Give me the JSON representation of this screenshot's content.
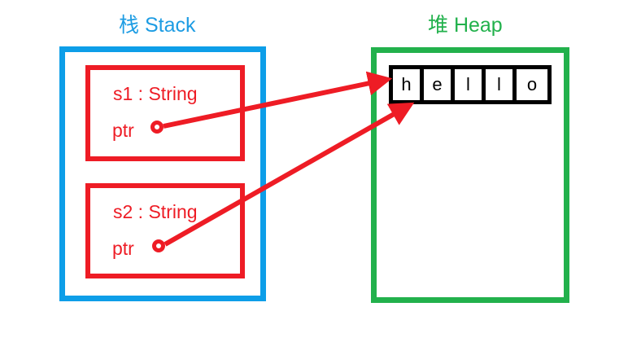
{
  "diagram": {
    "stack": {
      "title": "栈 Stack",
      "color": "#0d9ee8",
      "variables": [
        {
          "name": "s1 : String",
          "pointer_label": "ptr",
          "pointer_icon": "pointer-dot-icon"
        },
        {
          "name": "s2 : String",
          "pointer_label": "ptr",
          "pointer_icon": "pointer-dot-icon"
        }
      ]
    },
    "heap": {
      "title": "堆 Heap",
      "color": "#22b14c",
      "string_cells": [
        "h",
        "e",
        "l",
        "l",
        "o"
      ],
      "cell_border_color": "#000000"
    },
    "arrows": [
      {
        "from": "s1.ptr",
        "to": "heap-string",
        "color": "#ee1c25",
        "icon": "arrow-icon"
      },
      {
        "from": "s2.ptr",
        "to": "heap-string",
        "color": "#ee1c25",
        "icon": "arrow-icon"
      }
    ],
    "accent_red": "#ee1c25"
  }
}
